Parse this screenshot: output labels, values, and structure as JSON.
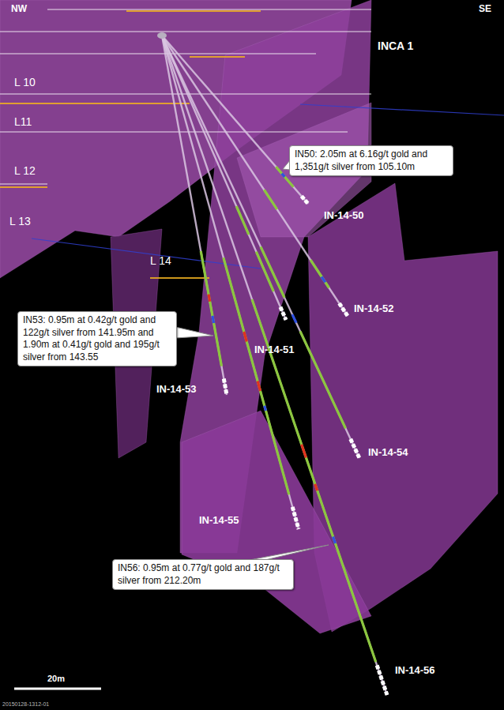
{
  "diagram": {
    "nodes": [
      {
        "text": [
          "IN50: 2.05m at 6.16g/t gold and 1,351g/t silver from 105.10m"
        ]
      },
      {
        "text": [
          "IN53: 0.95m at 0.42g/t gold and 122g/t silver from 141.95m and 1.90m at 0.41g/t gold and 195g/t silver from 143.55"
        ]
      },
      {
        "text": [
          "IN56: 0.95m at 0.77g/t gold and 187g/t silver from 212.20m"
        ]
      }
    ],
    "labels": [
      "NW",
      "SE",
      "INCA 1",
      "L 10",
      "L11",
      "L 12",
      "L 13",
      "IN-14-50",
      "L 14",
      "IN-14-52",
      "IN-14-51",
      "IN-14-53",
      "IN-14-54",
      "IN-14-55",
      "IN-14-56",
      "20m",
      "20150128-1312-01"
    ]
  }
}
